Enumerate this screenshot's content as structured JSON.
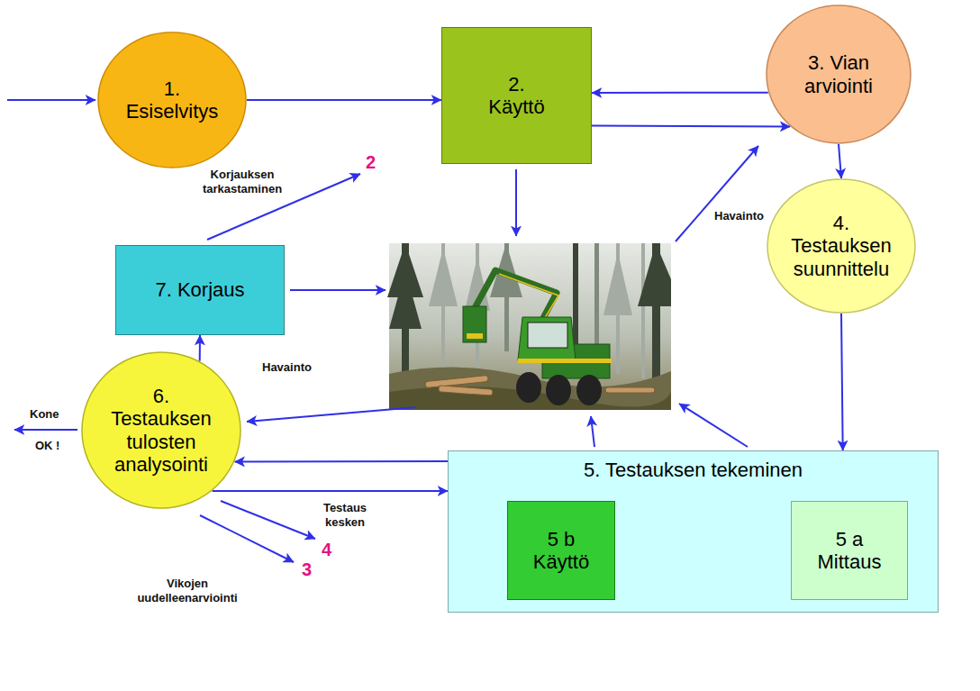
{
  "diagram": {
    "nodes": [
      {
        "text": [
          "1. Esiselvitys"
        ]
      },
      {
        "text": [
          "2. Käyttö"
        ]
      },
      {
        "text": [
          "3. Vian arviointi"
        ]
      },
      {
        "text": [
          "4. Testauksen suunnittelu"
        ]
      },
      {
        "text": [
          "7. Korjaus"
        ]
      },
      {
        "text": [
          "6. Testauksen tulosten analysointi"
        ]
      },
      {
        "text": [
          "5. Testauksen tekeminen"
        ]
      },
      {
        "text": [
          "5 b Käyttö"
        ],
        "in": 6
      },
      {
        "text": [
          "5 a Mittaus"
        ],
        "in": 6
      }
    ],
    "edges": [
      {
        "from": 0,
        "to": 1,
        "arrow": "to"
      },
      {
        "from": 2,
        "to": 1,
        "arrow": "to"
      },
      {
        "from": 1,
        "to": 2,
        "arrow": "to"
      },
      {
        "from": 2,
        "to": 3,
        "arrow": "to"
      },
      {
        "from": 3,
        "to": 6,
        "arrow": "to"
      },
      {
        "from": 6,
        "to": 5,
        "arrow": "to"
      },
      {
        "from": 5,
        "to": 6,
        "arrow": "to"
      },
      {
        "from": 8,
        "to": 7,
        "arrow": "to"
      },
      {
        "from": 7,
        "to": 8,
        "arrow": "to"
      },
      {
        "from": 5,
        "to": 4,
        "arrow": "to"
      }
    ],
    "labels": [
      "Korjauksen tarkastaminen",
      "2",
      "Havainto",
      "Havainto",
      "Kone",
      "OK !",
      "Testaus kesken",
      "Vikojen uudelleenarviointi",
      "3",
      "4"
    ]
  }
}
